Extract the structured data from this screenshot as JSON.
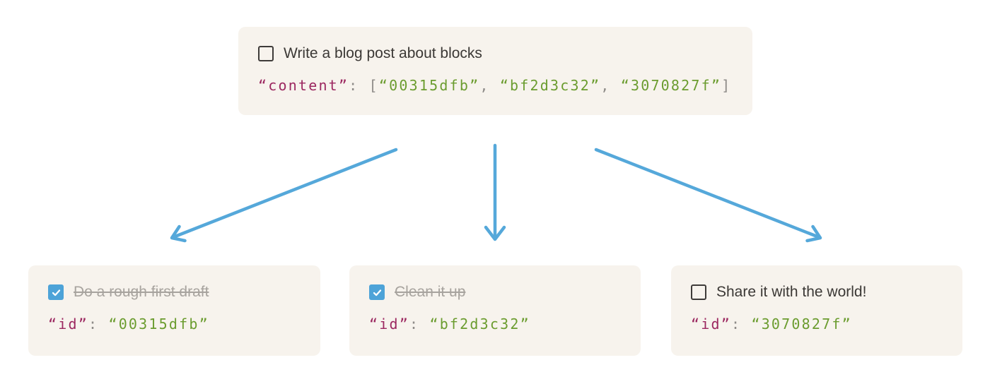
{
  "palette": {
    "page_bg": "#ffffff",
    "card_bg": "#f7f3ed",
    "text_dark": "#3b3835",
    "text_done_gray": "#a7a39e",
    "code_key_magenta": "#9c2860",
    "code_punct_gray": "#8e8b88",
    "code_string_green": "#6b9c2f",
    "checkbox_blue": "#4da3d8",
    "checkbox_border_dark": "#3e3b39",
    "arrow_blue": "#55a8da"
  },
  "parent": {
    "checked": false,
    "title": "Write a blog post about blocks",
    "code": {
      "key": "“content”",
      "colon": ": ",
      "open": "[",
      "items": [
        "“00315dfb”",
        "“bf2d3c32”",
        "“3070827f”"
      ],
      "sep": ", ",
      "close": "]"
    }
  },
  "children": [
    {
      "checked": true,
      "title": "Do a rough first draft",
      "code": {
        "key": "“id”",
        "colon": ": ",
        "value": "“00315dfb”"
      }
    },
    {
      "checked": true,
      "title": "Clean it up",
      "code": {
        "key": "“id”",
        "colon": ": ",
        "value": "“bf2d3c32”"
      }
    },
    {
      "checked": false,
      "title": "Share it with the world!",
      "code": {
        "key": "“id”",
        "colon": ": ",
        "value": "“3070827f”"
      }
    }
  ]
}
